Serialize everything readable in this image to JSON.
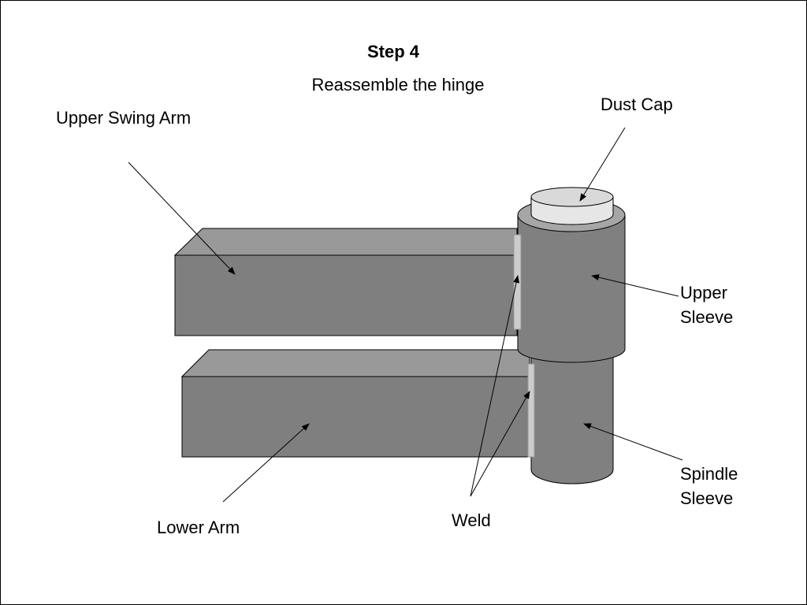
{
  "title": "Step 4",
  "subtitle": "Reassemble the hinge",
  "labels": {
    "upper_swing_arm": "Upper Swing Arm",
    "dust_cap": "Dust Cap",
    "upper_sleeve_line1": "Upper",
    "upper_sleeve_line2": "Sleeve",
    "spindle_sleeve_line1": "Spindle",
    "spindle_sleeve_line2": "Sleeve",
    "lower_arm": "Lower Arm",
    "weld": "Weld"
  },
  "colors": {
    "arm_front": "#7f7f7f",
    "arm_top": "#999999",
    "sleeve": "#808080",
    "sleeve_top": "#a6a6a6",
    "cap_top": "#d9d9d9",
    "cap_side": "#e6e6e6",
    "weld": "#cccccc",
    "outline": "#000000"
  }
}
